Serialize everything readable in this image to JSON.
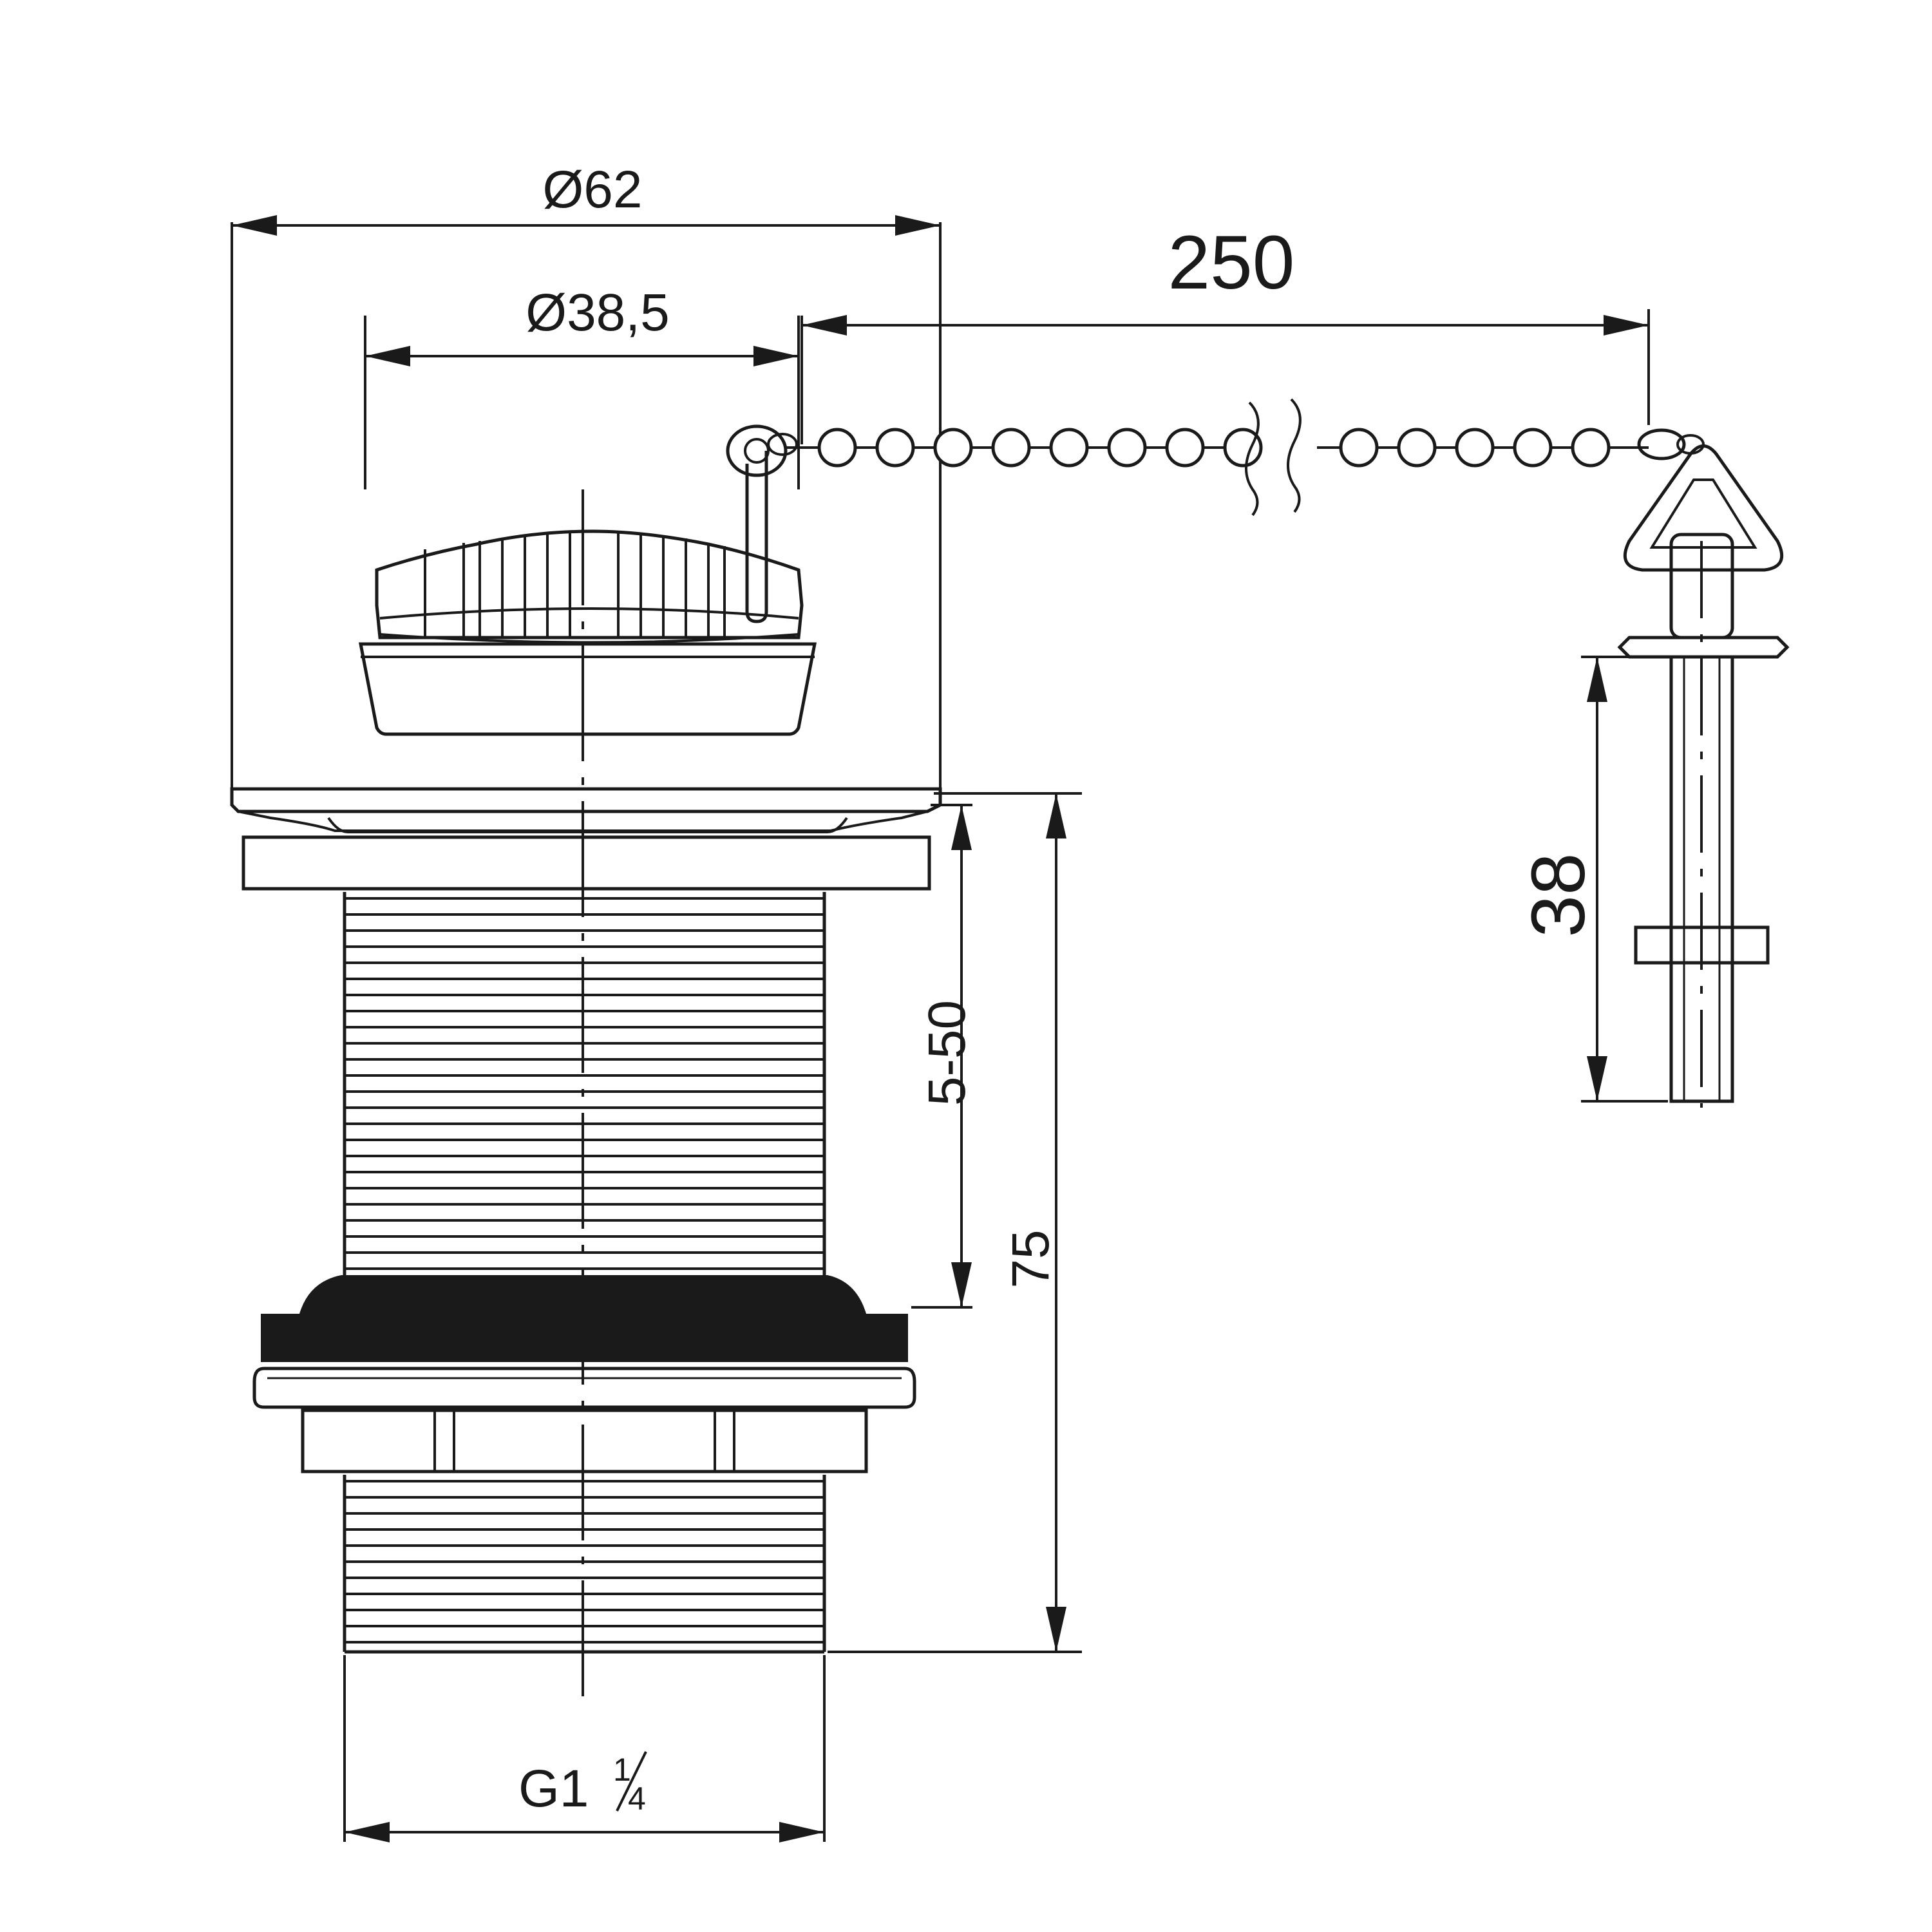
{
  "dimensions": {
    "outer_diameter": "Ø62",
    "plug_diameter": "Ø38,5",
    "chain_length": "250",
    "stud_length": "38",
    "clamp_range": "5-50",
    "body_height": "75",
    "thread_main": "G1",
    "thread_numerator": "1",
    "thread_denominator": "4"
  },
  "colors": {
    "line": "#1a1a1a",
    "fill_dark": "#1a1a1a",
    "background": "#ffffff"
  }
}
